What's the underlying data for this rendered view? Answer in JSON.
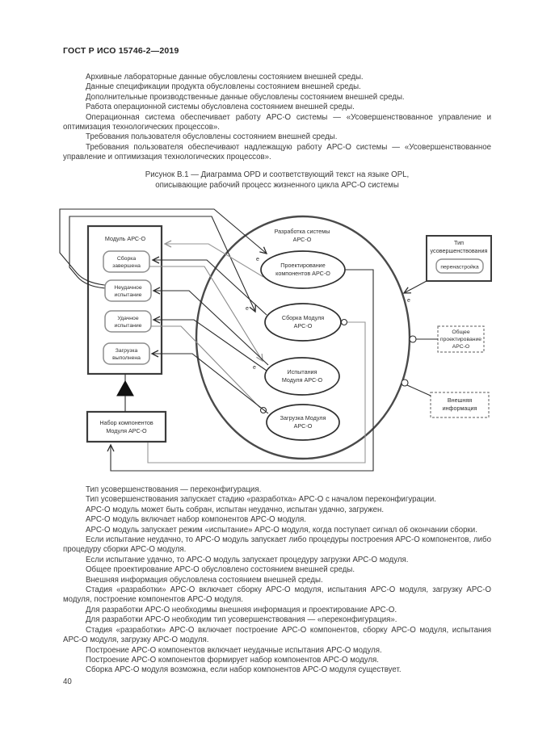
{
  "header": {
    "title": "ГОСТ Р ИСО 15746-2—2019"
  },
  "paragraphs_top": [
    "Архивные лабораторные данные обусловлены состоянием внешней среды.",
    "Данные спецификации продукта обусловлены состоянием внешней среды.",
    "Дополнительные производственные данные обусловлены состоянием внешней среды.",
    "Работа операционной системы обусловлена состоянием внешней среды.",
    "Операционная система обеспечивает работу АРС-О системы — «Усовершенствованное управление и оптимизация технологических процессов».",
    "Требования пользователя обусловлены состоянием внешней среды.",
    "Требования пользователя обеспечивают надлежащую работу АРС-О системы — «Усовершенствованное управление и оптимизация технологических процессов»."
  ],
  "figure": {
    "caption_line1": "Рисунок В.1 — Диаграмма OPD и соответствующий текст на языке OPL,",
    "caption_line2": "описывающие рабочий процесс жизненного цикла АРС-О системы"
  },
  "diagram": {
    "module_box_label": "Модуль АРС-О",
    "states": [
      {
        "l1": "Сборка",
        "l2": "завершена"
      },
      {
        "l1": "Неудачное",
        "l2": "испытание"
      },
      {
        "l1": "Удачное",
        "l2": "испытание"
      },
      {
        "l1": "Загрузка",
        "l2": "выполнена"
      }
    ],
    "components_box": {
      "l1": "Набор компонентов",
      "l2": "Модуля АРС-О"
    },
    "system_ellipse": {
      "l1": "Разработка системы",
      "l2": "АРС-О"
    },
    "processes": [
      {
        "l1": "Проектирование",
        "l2": "компонентов АРС-О"
      },
      {
        "l1": "Сборка Модуля",
        "l2": "АРС-О"
      },
      {
        "l1": "Испытания",
        "l2": "Модуля АРС-О"
      },
      {
        "l1": "Загрузка Модуля",
        "l2": "АРС-О"
      }
    ],
    "improvement_box": {
      "title_l1": "Тип",
      "title_l2": "усовершенствования",
      "state": "перенастройка"
    },
    "general_design_box": {
      "l1": "Общее",
      "l2": "проектирование",
      "l3": "АРС-О"
    },
    "external_info_box": {
      "l1": "Внешняя",
      "l2": "информация"
    },
    "event_label": "e"
  },
  "paragraphs_bottom": [
    "Тип усовершенствования — переконфигурация.",
    "Тип усовершенствования запускает стадию «разработка» АРС-О с началом переконфигурации.",
    "АРС-О модуль может быть собран, испытан неудачно, испытан удачно, загружен.",
    "АРС-О модуль включает набор компонентов АРС-О модуля.",
    "АРС-О модуль запускает режим «испытание» АРС-О модуля, когда поступает сигнал об окончании сборки.",
    "Если испытание неудачно, то АРС-О модуль запускает либо процедуры построения АРС-О компонентов, либо процедуру сборки АРС-О модуля.",
    "Если испытание удачно, то АРС-О модуль запускает процедуру загрузки АРС-О модуля.",
    "Общее проектирование АРС-О обусловлено состоянием внешней среды.",
    "Внешняя информация обусловлена состоянием внешней среды.",
    "Стадия «разработки» АРС-О включает сборку АРС-О модуля, испытания АРС-О модуля, загрузку АРС-О модуля, построение компонентов АРС-О модуля.",
    "Для разработки АРС-О необходимы внешняя информация и проектирование АРС-О.",
    "Для разработки АРС-О необходим тип усовершенствования — «переконфигурация».",
    "Стадия «разработки» АРС-О включает построение АРС-О компонентов, сборку АРС-О модуля, испытания АРС-О модуля, загрузку АРС-О модуля.",
    "Построение АРС-О компонентов включает неудачные испытания АРС-О модуля.",
    "Построение АРС-О компонентов формирует набор компонентов АРС-О модуля.",
    "Сборка АРС-О модуля возможна, если набор компонентов АРС-О модуля существует."
  ],
  "footer": {
    "page_number": "40"
  },
  "colors": {
    "page_bg": "#ffffff",
    "text": "#3a3a3a",
    "line_dark": "#2b2b2b",
    "line_gray": "#969696"
  }
}
